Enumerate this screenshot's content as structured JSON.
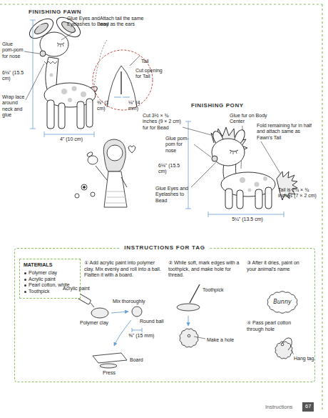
{
  "diagram": {
    "nodes": [
      {
        "text": [
          "INSTRUCTIONS FOR TAG"
        ]
      },
      {
        "text": [
          "MATERIALS",
          "Polymer clay",
          "Acrylic paint",
          "Pearl cotton, white",
          "Toothpick"
        ],
        "in": 0
      },
      {
        "text": [
          "Bunny"
        ],
        "in": 0
      }
    ],
    "labels": [
      "FINISHING FAWN",
      "Glue Eyes and Eyelashes to Bead",
      "Attach tail the same way as the ears",
      "Glue pom-pom for nose",
      "Tail",
      "Cut opening for Tail",
      "6⅛\" (15.5 cm)",
      "Wrap lace around neck and glue",
      "⅜\" (1 cm)",
      "⅛\" (4 mm)",
      "4\" (10 cm)",
      "FINISHING PONY",
      "Cut 3½ × ¾ inches (9 × 2 cm) fur for Bead",
      "Glue fur on Body Center",
      "Glue pom-pom for nose",
      "Fold remaining fur in half and attach same as Fawn's Tail",
      "6⅛\" (15.5 cm)",
      "Glue Eyes and Eyelashes to Bead",
      "Tail is 2¾ × ¾ inches (7 × 2 cm)",
      "5¼\" (13.5 cm)",
      "① Add acrylic paint into polymer clay. Mix evenly and roll into a ball. Flatten it with a board.",
      "Acrylic paint",
      "Mix thoroughly",
      "Polymer clay",
      "Round ball",
      "⅝\" (15 mm)",
      "Board",
      "Press",
      "② While soft, mark edges with a toothpick, and make hole for thread.",
      "Toothpick",
      "Make a hole",
      "③ After it dries, paint on your animal's name",
      "④ Pass pearl cotton through hole",
      "Hang tag",
      "Instructions",
      "67"
    ]
  }
}
